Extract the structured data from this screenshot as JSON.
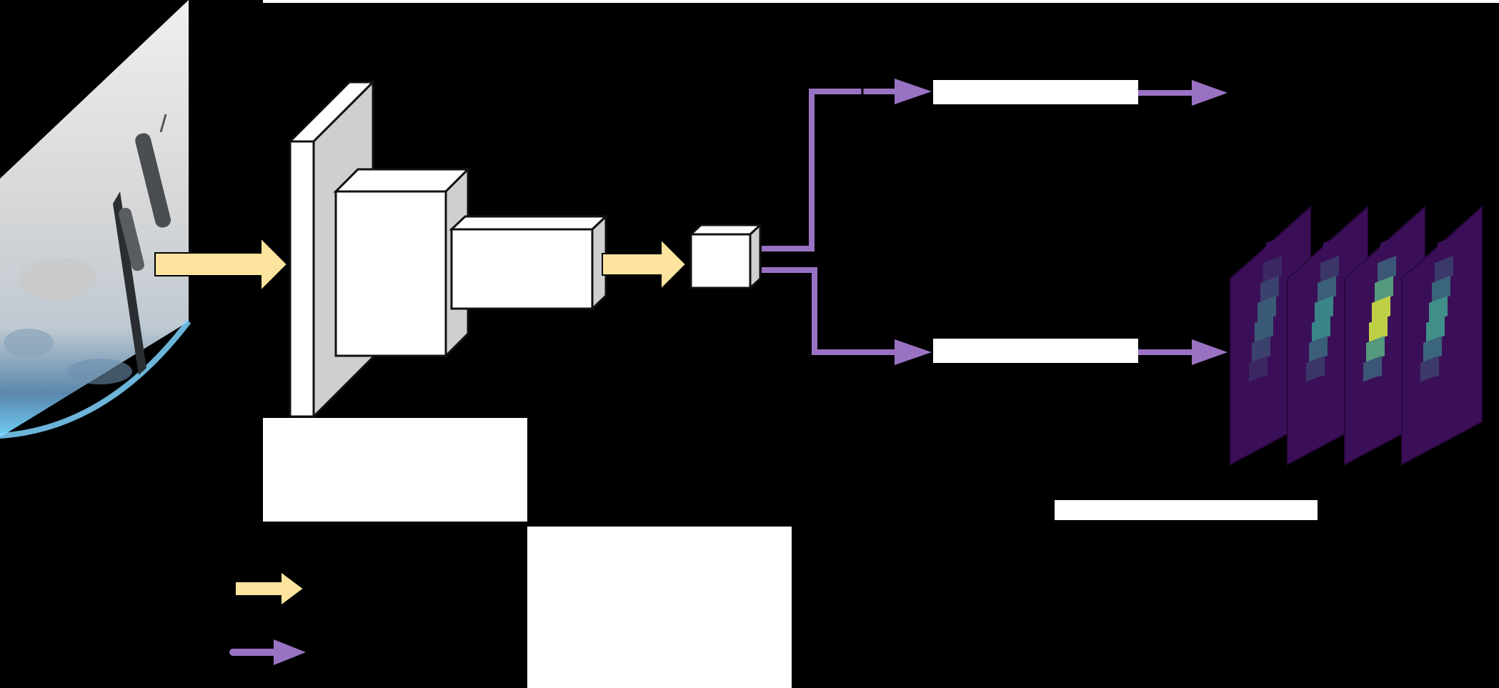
{
  "colors": {
    "background": "#000000",
    "input_arrow": "#fde49e",
    "output_arrow": "#9a72c4",
    "block_face": "#ffffff",
    "block_side": "#cfcfcf",
    "block_stroke": "#111111",
    "heatmap_base": "#3b0f58",
    "heatmap_mid": "#3b8c8c",
    "heatmap_high": "#f2ea2a",
    "earth_cloud": "#dcdcdc",
    "earth_ocean": "#4e7da6",
    "earth_glow": "#7fd3ff"
  },
  "icons": {
    "input_image": "satellite-photo-icon",
    "heatmaps": "heatmap-stack-icon"
  },
  "heatmap": {
    "panel_count": 4,
    "intensity_levels": [
      0.35,
      0.55,
      1.0,
      0.6
    ]
  }
}
